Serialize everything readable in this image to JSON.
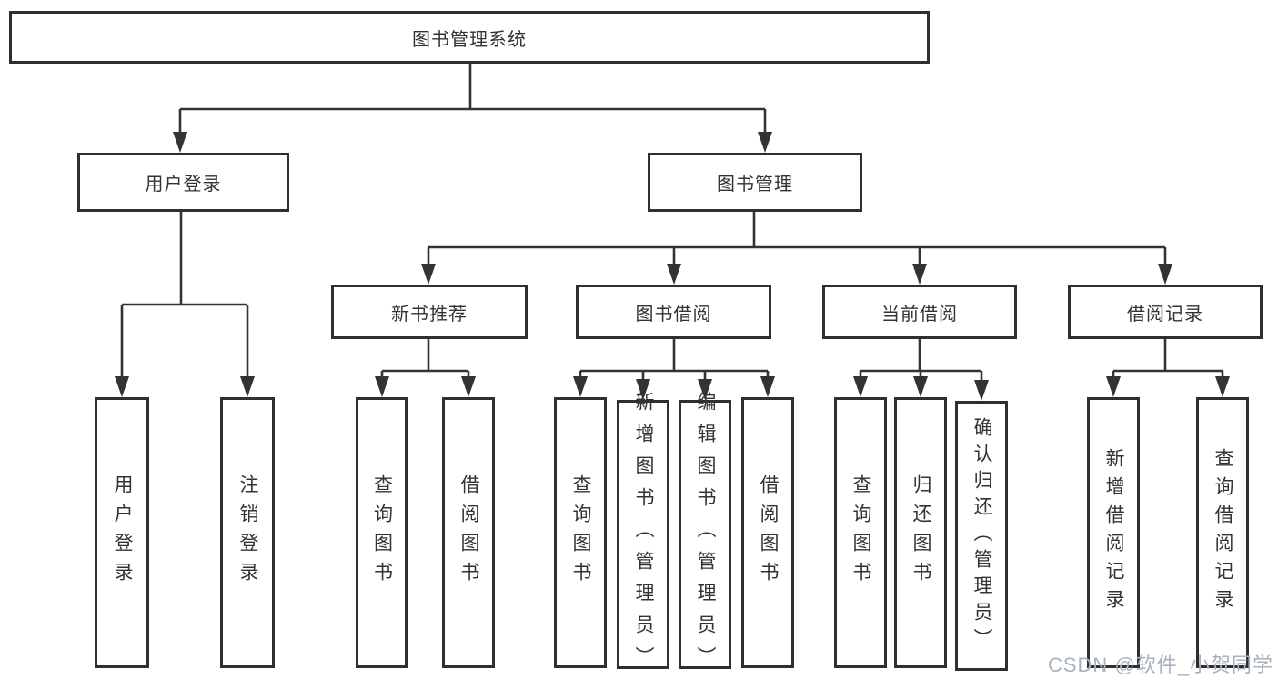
{
  "diagram": {
    "root": {
      "label": "图书管理系统",
      "children": [
        {
          "label": "用户登录",
          "children": [
            {
              "label": "用户登录"
            },
            {
              "label": "注销登录"
            }
          ]
        },
        {
          "label": "图书管理",
          "children": [
            {
              "label": "新书推荐",
              "children": [
                {
                  "label": "查询图书"
                },
                {
                  "label": "借阅图书"
                }
              ]
            },
            {
              "label": "图书借阅",
              "children": [
                {
                  "label": "查询图书"
                },
                {
                  "label": "新增图书（管理员）"
                },
                {
                  "label": "编辑图书（管理员）"
                },
                {
                  "label": "借阅图书"
                }
              ]
            },
            {
              "label": "当前借阅",
              "children": [
                {
                  "label": "查询图书"
                },
                {
                  "label": "归还图书"
                },
                {
                  "label": "确认归还（管理员）"
                }
              ]
            },
            {
              "label": "借阅记录",
              "children": [
                {
                  "label": "新增借阅记录"
                },
                {
                  "label": "查询借阅记录"
                }
              ]
            }
          ]
        }
      ]
    }
  },
  "watermark": {
    "text": "CSDN @软件_小贺同学"
  },
  "colors": {
    "line": "#333333",
    "box_border": "#2f2f2f",
    "text": "#333333",
    "watermark": "#a9b2bc",
    "background": "#ffffff"
  }
}
